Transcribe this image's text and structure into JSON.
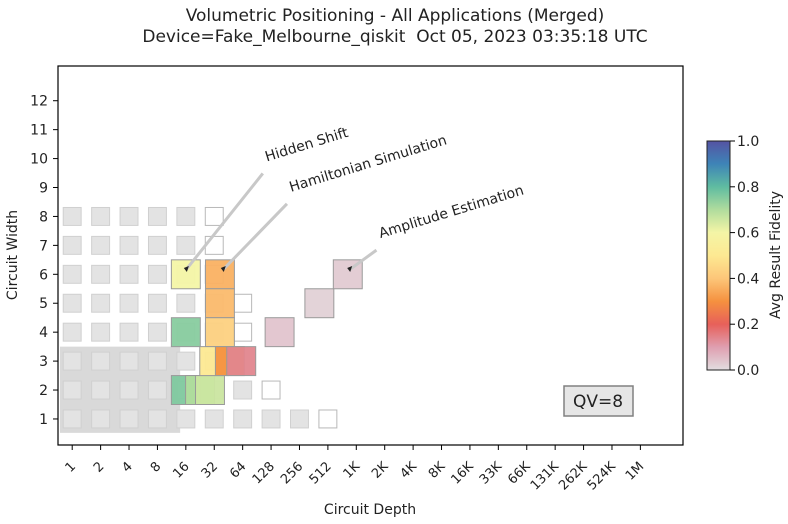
{
  "chart_data": {
    "type": "heatmap",
    "title": "Volumetric Positioning - All Applications (Merged)",
    "subtitle": "Device=Fake_Melbourne_qiskit  Oct 05, 2023 03:35:18 UTC",
    "xlabel": "Circuit Depth",
    "ylabel": "Circuit Width",
    "x_ticks": [
      "1",
      "2",
      "4",
      "8",
      "16",
      "32",
      "64",
      "128",
      "256",
      "512",
      "1K",
      "2K",
      "4K",
      "8K",
      "16K",
      "33K",
      "66K",
      "131K",
      "262K",
      "524K",
      "1M"
    ],
    "y_ticks": [
      "1",
      "2",
      "3",
      "4",
      "5",
      "6",
      "7",
      "8",
      "9",
      "10",
      "11",
      "12"
    ],
    "xlim": [
      -0.5,
      21.5
    ],
    "ylim": [
      0.1,
      13.2
    ],
    "colorbar": {
      "label": "Avg Result Fidelity",
      "range": [
        0.0,
        1.0
      ],
      "ticks": [
        "0.0",
        "0.2",
        "0.4",
        "0.6",
        "0.8",
        "1.0"
      ],
      "stops": [
        [
          0.0,
          "#e2dde0"
        ],
        [
          0.1,
          "#df9fb0"
        ],
        [
          0.2,
          "#e7605a"
        ],
        [
          0.3,
          "#f5913f"
        ],
        [
          0.4,
          "#fdc679"
        ],
        [
          0.5,
          "#fde992"
        ],
        [
          0.6,
          "#f4f5a6"
        ],
        [
          0.7,
          "#b0dc9d"
        ],
        [
          0.8,
          "#5fbca1"
        ],
        [
          0.9,
          "#3e84b7"
        ],
        [
          1.0,
          "#5553a3"
        ]
      ]
    },
    "qv_label": "QV=8",
    "quantum_volume_region": {
      "max_depth_index": 3.8,
      "max_width": 3.5,
      "color": "#d9d9d9"
    },
    "volumetric_boxes": [
      {
        "depth": 0,
        "width": 1,
        "filled": true
      },
      {
        "depth": 1,
        "width": 1,
        "filled": true
      },
      {
        "depth": 2,
        "width": 1,
        "filled": true
      },
      {
        "depth": 3,
        "width": 1,
        "filled": true
      },
      {
        "depth": 4,
        "width": 1,
        "filled": true
      },
      {
        "depth": 5,
        "width": 1,
        "filled": true
      },
      {
        "depth": 6,
        "width": 1,
        "filled": true
      },
      {
        "depth": 7,
        "width": 1,
        "filled": true
      },
      {
        "depth": 8,
        "width": 1,
        "filled": true
      },
      {
        "depth": 9,
        "width": 1,
        "filled": false
      },
      {
        "depth": 0,
        "width": 2,
        "filled": true
      },
      {
        "depth": 1,
        "width": 2,
        "filled": true
      },
      {
        "depth": 2,
        "width": 2,
        "filled": true
      },
      {
        "depth": 3,
        "width": 2,
        "filled": true
      },
      {
        "depth": 4,
        "width": 2,
        "filled": true
      },
      {
        "depth": 5,
        "width": 2,
        "filled": true
      },
      {
        "depth": 6,
        "width": 2,
        "filled": true
      },
      {
        "depth": 7,
        "width": 2,
        "filled": false
      },
      {
        "depth": 0,
        "width": 3,
        "filled": true
      },
      {
        "depth": 1,
        "width": 3,
        "filled": true
      },
      {
        "depth": 2,
        "width": 3,
        "filled": true
      },
      {
        "depth": 3,
        "width": 3,
        "filled": true
      },
      {
        "depth": 4,
        "width": 3,
        "filled": true
      },
      {
        "depth": 5,
        "width": 3,
        "filled": true
      },
      {
        "depth": 0,
        "width": 4,
        "filled": true
      },
      {
        "depth": 1,
        "width": 4,
        "filled": true
      },
      {
        "depth": 2,
        "width": 4,
        "filled": true
      },
      {
        "depth": 3,
        "width": 4,
        "filled": true
      },
      {
        "depth": 4,
        "width": 4,
        "filled": true
      },
      {
        "depth": 5,
        "width": 4,
        "filled": true
      },
      {
        "depth": 6,
        "width": 4,
        "filled": false
      },
      {
        "depth": 0,
        "width": 5,
        "filled": true
      },
      {
        "depth": 1,
        "width": 5,
        "filled": true
      },
      {
        "depth": 2,
        "width": 5,
        "filled": true
      },
      {
        "depth": 3,
        "width": 5,
        "filled": true
      },
      {
        "depth": 4,
        "width": 5,
        "filled": true
      },
      {
        "depth": 5,
        "width": 5,
        "filled": true
      },
      {
        "depth": 6,
        "width": 5,
        "filled": false
      },
      {
        "depth": 0,
        "width": 6,
        "filled": true
      },
      {
        "depth": 1,
        "width": 6,
        "filled": true
      },
      {
        "depth": 2,
        "width": 6,
        "filled": true
      },
      {
        "depth": 3,
        "width": 6,
        "filled": true
      },
      {
        "depth": 4,
        "width": 6,
        "filled": true
      },
      {
        "depth": 5,
        "width": 6,
        "filled": false
      },
      {
        "depth": 0,
        "width": 7,
        "filled": true
      },
      {
        "depth": 1,
        "width": 7,
        "filled": true
      },
      {
        "depth": 2,
        "width": 7,
        "filled": true
      },
      {
        "depth": 3,
        "width": 7,
        "filled": true
      },
      {
        "depth": 4,
        "width": 7,
        "filled": true
      },
      {
        "depth": 5,
        "width": 7,
        "filled": false
      },
      {
        "depth": 0,
        "width": 8,
        "filled": true
      },
      {
        "depth": 1,
        "width": 8,
        "filled": true
      },
      {
        "depth": 2,
        "width": 8,
        "filled": true
      },
      {
        "depth": 3,
        "width": 8,
        "filled": true
      },
      {
        "depth": 4,
        "width": 8,
        "filled": true
      },
      {
        "depth": 5,
        "width": 8,
        "filled": false
      }
    ],
    "result_cells": [
      {
        "depth": 4.0,
        "width": 6,
        "fidelity": 0.6
      },
      {
        "depth": 4.0,
        "width": 4,
        "fidelity": 0.75
      },
      {
        "depth": 4.0,
        "width": 2,
        "fidelity": 0.76
      },
      {
        "depth": 4.5,
        "width": 2,
        "fidelity": 0.7
      },
      {
        "depth": 4.85,
        "width": 2,
        "fidelity": 0.66
      },
      {
        "depth": 5.2,
        "width": 6,
        "fidelity": 0.36
      },
      {
        "depth": 5.2,
        "width": 5,
        "fidelity": 0.38
      },
      {
        "depth": 5.2,
        "width": 4,
        "fidelity": 0.43
      },
      {
        "depth": 5.0,
        "width": 3,
        "fidelity": 0.5
      },
      {
        "depth": 5.55,
        "width": 3,
        "fidelity": 0.3
      },
      {
        "depth": 5.95,
        "width": 3,
        "fidelity": 0.14
      },
      {
        "depth": 7.3,
        "width": 4,
        "fidelity": 0.04
      },
      {
        "depth": 8.7,
        "width": 5,
        "fidelity": 0.02
      },
      {
        "depth": 9.7,
        "width": 6,
        "fidelity": 0.03
      }
    ],
    "annotations": [
      {
        "text": "Hidden Shift",
        "target_depth": 4.0,
        "target_width": 6.15,
        "text_depth": 6.85,
        "text_width": 9.9
      },
      {
        "text": "Hamiltonian Simulation",
        "target_depth": 5.3,
        "target_width": 6.15,
        "text_depth": 7.7,
        "text_width": 8.85
      },
      {
        "text": "Amplitude Estimation",
        "target_depth": 9.75,
        "target_width": 6.15,
        "text_depth": 10.85,
        "text_width": 7.25
      }
    ]
  }
}
